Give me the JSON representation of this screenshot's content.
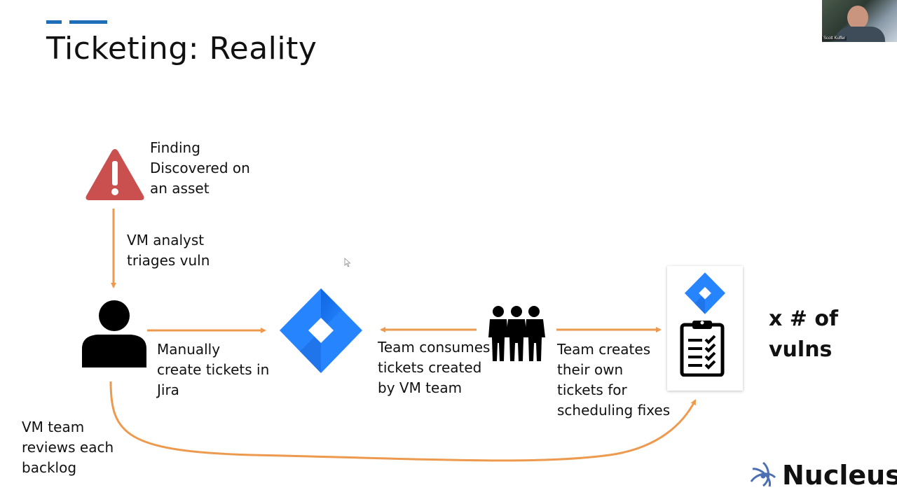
{
  "slide": {
    "title": "Ticketing: Reality",
    "accent_color": "#1f6fb8",
    "arrow_color": "#ed9a4e"
  },
  "nodes": {
    "finding": {
      "icon": "warning-triangle-icon",
      "label": "Finding\nDiscovered on\nan asset",
      "color": "#c9504f"
    },
    "analyst": {
      "icon": "person-icon"
    },
    "jira": {
      "icon": "jira-logo-icon",
      "color": "#2684ff"
    },
    "team": {
      "icon": "group-of-people-icon"
    },
    "backlog_card": {
      "icons": [
        "jira-logo-icon",
        "clipboard-checklist-icon"
      ]
    },
    "result": {
      "label": "x # of\nvulns"
    }
  },
  "edges": {
    "triage": "VM analyst\ntriages vuln",
    "create": "Manually\ncreate tickets in\nJira",
    "consume": "Team consumes\ntickets created\nby VM team",
    "own_tickets": "Team creates\ntheir own\ntickets for\nscheduling fixes",
    "review": "VM team\nreviews each\nbacklog"
  },
  "presenter": {
    "name": "Scott Kuffer"
  },
  "brand": {
    "name": "Nucleus",
    "icon": "atom-icon",
    "icon_color": "#4a6fb5"
  }
}
